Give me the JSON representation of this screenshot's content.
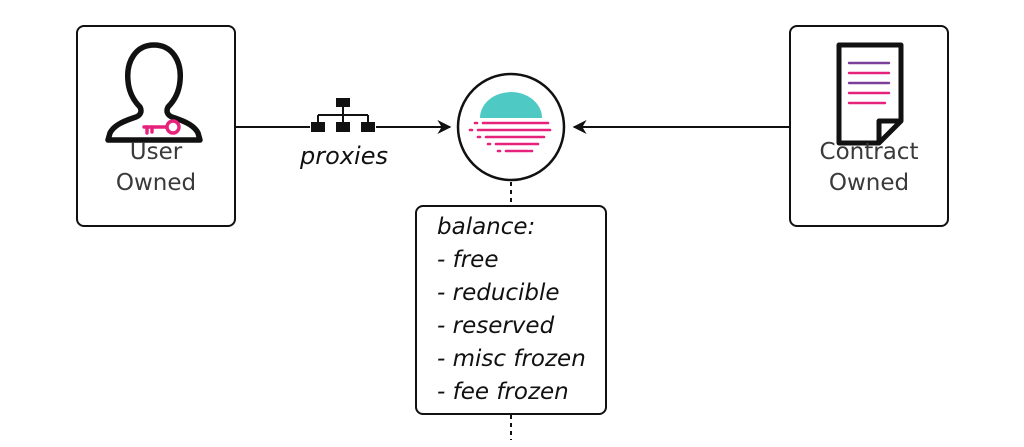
{
  "user_box": {
    "label_line1": "User",
    "label_line2": "Owned"
  },
  "contract_box": {
    "label_line1": "Contract",
    "label_line2": "Owned"
  },
  "edge_label": "proxies",
  "balance": {
    "title": "balance:",
    "items": [
      "- free",
      "- reducible",
      "- reserved",
      "- misc frozen",
      "- fee frozen"
    ]
  },
  "colors": {
    "stroke": "#111111",
    "accent_pink": "#e6227c",
    "accent_teal": "#4fc9c3",
    "accent_purple": "#7a3f9a",
    "label_text": "#3a3a3a"
  },
  "icons": {
    "user": "user-key-icon",
    "contract": "document-icon",
    "proxy": "hierarchy-icon",
    "account": "moonbeam-logo-icon"
  }
}
